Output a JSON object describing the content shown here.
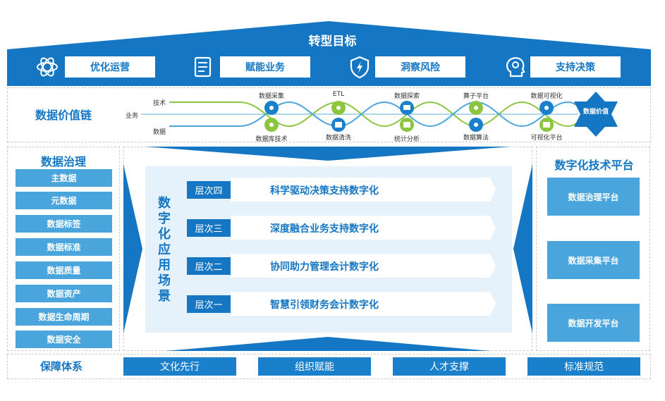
{
  "goals": {
    "title": "转型目标",
    "items": [
      {
        "label": "优化运营",
        "icon": "atom-gear-icon"
      },
      {
        "label": "赋能业务",
        "icon": "document-icon"
      },
      {
        "label": "洞察风险",
        "icon": "shield-lightning-icon"
      },
      {
        "label": "支持决策",
        "icon": "head-idea-icon"
      }
    ]
  },
  "value_chain": {
    "title": "数据价值链",
    "lines": [
      "技术",
      "业务",
      "数据"
    ],
    "top_nodes": [
      "数据采集",
      "ETL",
      "数据探索",
      "算子平台",
      "数据可视化"
    ],
    "bottom_nodes": [
      "数据库技术",
      "数据清洗",
      "统计分析",
      "数据算法",
      "可视化平台"
    ],
    "end_label": "数据价值"
  },
  "governance": {
    "title": "数据治理",
    "items": [
      "主数据",
      "元数据",
      "数据标签",
      "数据标准",
      "数据质量",
      "数据资产",
      "数据生命周期",
      "数据安全"
    ]
  },
  "scenarios": {
    "title": "数字化应用场景",
    "levels": [
      {
        "badge": "层次四",
        "text": "科学驱动决策支持数字化"
      },
      {
        "badge": "层次三",
        "text": "深度融合业务支持数字化"
      },
      {
        "badge": "层次二",
        "text": "协同助力管理会计数字化"
      },
      {
        "badge": "层次一",
        "text": "智慧引领财务会计数字化"
      }
    ]
  },
  "platform": {
    "title": "数字化技术平台",
    "items": [
      "数据治理平台",
      "数据采集平台",
      "数据开发平台"
    ]
  },
  "support": {
    "title": "保障体系",
    "items": [
      "文化先行",
      "组织赋能",
      "人才支撑",
      "标准规范"
    ]
  },
  "colors": {
    "primary": "#1577c4",
    "light_blue": "#4aa5dd",
    "green": "#8cc63f",
    "panel": "#e6f2fb"
  }
}
